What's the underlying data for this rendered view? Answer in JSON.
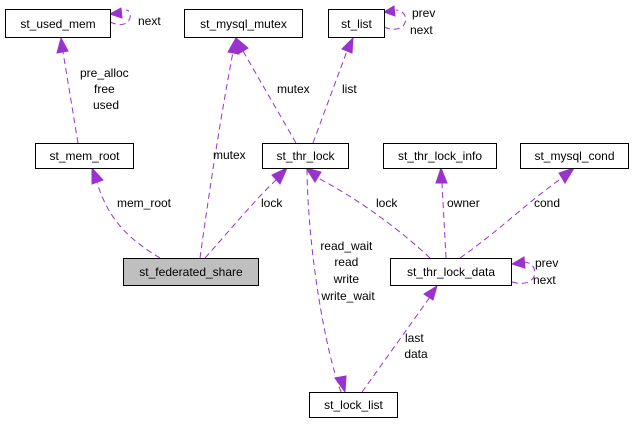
{
  "nodes": {
    "used_mem": "st_used_mem",
    "mysql_mutex": "st_mysql_mutex",
    "list": "st_list",
    "mem_root": "st_mem_root",
    "thr_lock": "st_thr_lock",
    "thr_lock_info": "st_thr_lock_info",
    "mysql_cond": "st_mysql_cond",
    "federated_share": "st_federated_share",
    "thr_lock_data": "st_thr_lock_data",
    "lock_list": "st_lock_list"
  },
  "edges": {
    "used_mem_next": "next",
    "list_prev": "prev",
    "list_next": "next",
    "mem_root_used_mem": [
      "pre_alloc",
      "free",
      "used"
    ],
    "thr_lock_mutex": "mutex",
    "thr_lock_list": "list",
    "share_mem_root": "mem_root",
    "share_mutex": "mutex",
    "share_lock": "lock",
    "data_lock": "lock",
    "data_owner": "owner",
    "data_cond": "cond",
    "data_prev": "prev",
    "data_next": "next",
    "lock_list_thr_lock": [
      "read_wait",
      "read",
      "write",
      "write_wait"
    ],
    "lock_list_data": [
      "last",
      "data"
    ]
  },
  "colors": {
    "edge": "#9a32cd",
    "highlight_fill": "#bfbfbf"
  }
}
